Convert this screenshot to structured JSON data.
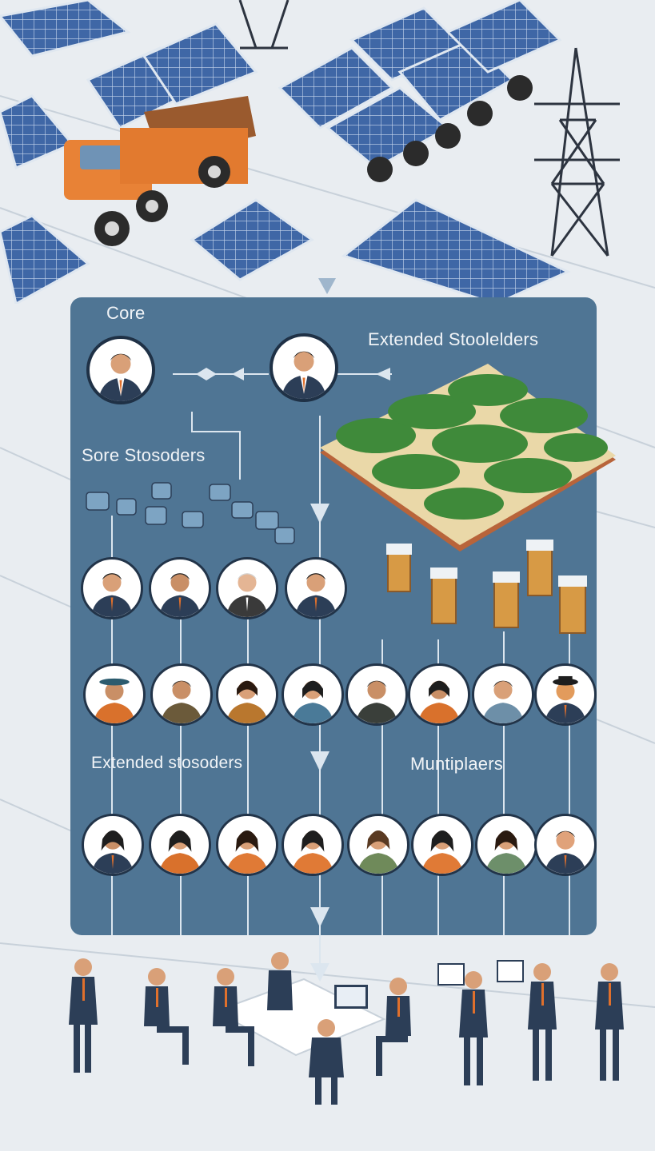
{
  "labels": {
    "core": "Core",
    "extended_top": "Extended Stoolelders",
    "sore": "Sore Stosoders",
    "extended_mid": "Extended stosoders",
    "multipliers": "Muntiplaers"
  },
  "colors": {
    "panel": "#4f7594",
    "background": "#e9edf1",
    "solar_panel": "#3f67a6",
    "truck": "#e88236",
    "tie": "#e0702c",
    "suit": "#2c3e57"
  }
}
